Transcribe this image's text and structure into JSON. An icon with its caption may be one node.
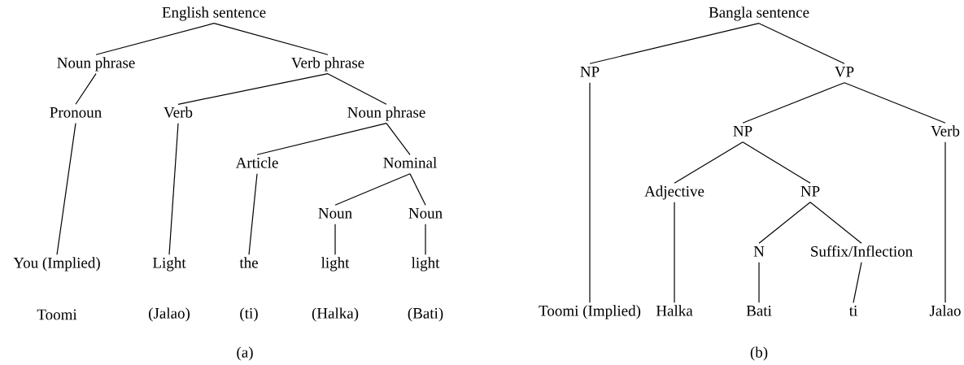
{
  "diagram": {
    "nodes": [
      {
        "text": [
          "English sentence"
        ]
      },
      {
        "text": [
          "Noun phrase"
        ]
      },
      {
        "text": [
          "Verb phrase"
        ]
      },
      {
        "text": [
          "Pronoun"
        ]
      },
      {
        "text": [
          "Verb"
        ]
      },
      {
        "text": [
          "Noun phrase"
        ]
      },
      {
        "text": [
          "Article"
        ]
      },
      {
        "text": [
          "Nominal"
        ]
      },
      {
        "text": [
          "Noun"
        ]
      },
      {
        "text": [
          "Noun"
        ]
      },
      {
        "text": [
          "You (Implied)"
        ]
      },
      {
        "text": [
          "Light"
        ]
      },
      {
        "text": [
          "the"
        ]
      },
      {
        "text": [
          "light"
        ]
      },
      {
        "text": [
          "light"
        ]
      },
      {
        "text": [
          "Bangla sentence"
        ]
      },
      {
        "text": [
          "NP"
        ]
      },
      {
        "text": [
          "VP"
        ]
      },
      {
        "text": [
          "NP"
        ]
      },
      {
        "text": [
          "Verb"
        ]
      },
      {
        "text": [
          "Adjective"
        ]
      },
      {
        "text": [
          "NP"
        ]
      },
      {
        "text": [
          "N"
        ]
      },
      {
        "text": [
          "Suffix/Inflection"
        ]
      },
      {
        "text": [
          "Toomi (Implied)"
        ]
      },
      {
        "text": [
          "Halka"
        ]
      },
      {
        "text": [
          "Bati"
        ]
      },
      {
        "text": [
          "ti"
        ]
      },
      {
        "text": [
          "Jalao"
        ]
      }
    ],
    "edges": [
      {
        "from": 0,
        "to": 1,
        "arrow": "none"
      },
      {
        "from": 0,
        "to": 2,
        "arrow": "none"
      },
      {
        "from": 1,
        "to": 3,
        "arrow": "none"
      },
      {
        "from": 2,
        "to": 4,
        "arrow": "none"
      },
      {
        "from": 2,
        "to": 5,
        "arrow": "none"
      },
      {
        "from": 5,
        "to": 6,
        "arrow": "none"
      },
      {
        "from": 5,
        "to": 7,
        "arrow": "none"
      },
      {
        "from": 7,
        "to": 8,
        "arrow": "none"
      },
      {
        "from": 7,
        "to": 9,
        "arrow": "none"
      },
      {
        "from": 3,
        "to": 10,
        "arrow": "none"
      },
      {
        "from": 4,
        "to": 11,
        "arrow": "none"
      },
      {
        "from": 6,
        "to": 12,
        "arrow": "none"
      },
      {
        "from": 8,
        "to": 13,
        "arrow": "none"
      },
      {
        "from": 9,
        "to": 14,
        "arrow": "none"
      },
      {
        "from": 15,
        "to": 16,
        "arrow": "none"
      },
      {
        "from": 15,
        "to": 17,
        "arrow": "none"
      },
      {
        "from": 17,
        "to": 18,
        "arrow": "none"
      },
      {
        "from": 17,
        "to": 19,
        "arrow": "none"
      },
      {
        "from": 18,
        "to": 20,
        "arrow": "none"
      },
      {
        "from": 18,
        "to": 21,
        "arrow": "none"
      },
      {
        "from": 21,
        "to": 22,
        "arrow": "none"
      },
      {
        "from": 21,
        "to": 23,
        "arrow": "none"
      },
      {
        "from": 16,
        "to": 24,
        "arrow": "none"
      },
      {
        "from": 20,
        "to": 25,
        "arrow": "none"
      },
      {
        "from": 22,
        "to": 26,
        "arrow": "none"
      },
      {
        "from": 23,
        "to": 27,
        "arrow": "none"
      },
      {
        "from": 19,
        "to": 28,
        "arrow": "none"
      }
    ],
    "labels": [
      "Toomi",
      "(Jalao)",
      "(ti)",
      "(Halka)",
      "(Bati)",
      "(a)",
      "(b)"
    ]
  }
}
